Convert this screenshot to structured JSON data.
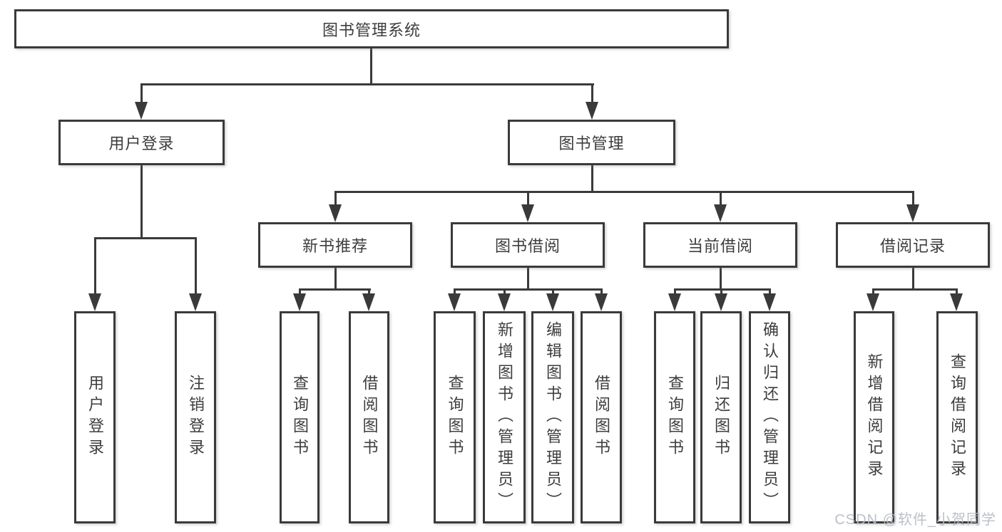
{
  "root": {
    "label": "图书管理系统"
  },
  "branches": [
    {
      "label": "用户登录",
      "children": [
        {
          "label": "用户登录"
        },
        {
          "label": "注销登录"
        }
      ]
    },
    {
      "label": "图书管理",
      "children": [
        {
          "label": "新书推荐",
          "children": [
            {
              "label": "查询图书"
            },
            {
              "label": "借阅图书"
            }
          ]
        },
        {
          "label": "图书借阅",
          "children": [
            {
              "label": "查询图书"
            },
            {
              "label": "新增图书（管理员）"
            },
            {
              "label": "编辑图书（管理员）"
            },
            {
              "label": "借阅图书"
            }
          ]
        },
        {
          "label": "当前借阅",
          "children": [
            {
              "label": "查询图书"
            },
            {
              "label": "归还图书"
            },
            {
              "label": "确认归还（管理员）"
            }
          ]
        },
        {
          "label": "借阅记录",
          "children": [
            {
              "label": "新增借阅记录"
            },
            {
              "label": "查询借阅记录"
            }
          ]
        }
      ]
    }
  ],
  "watermark": "CSDN @软件_小贺同学",
  "colors": {
    "line": "#3a3a3a",
    "text": "#3d3d3d",
    "background": "#ffffff",
    "watermark": "#b8bdc5"
  }
}
